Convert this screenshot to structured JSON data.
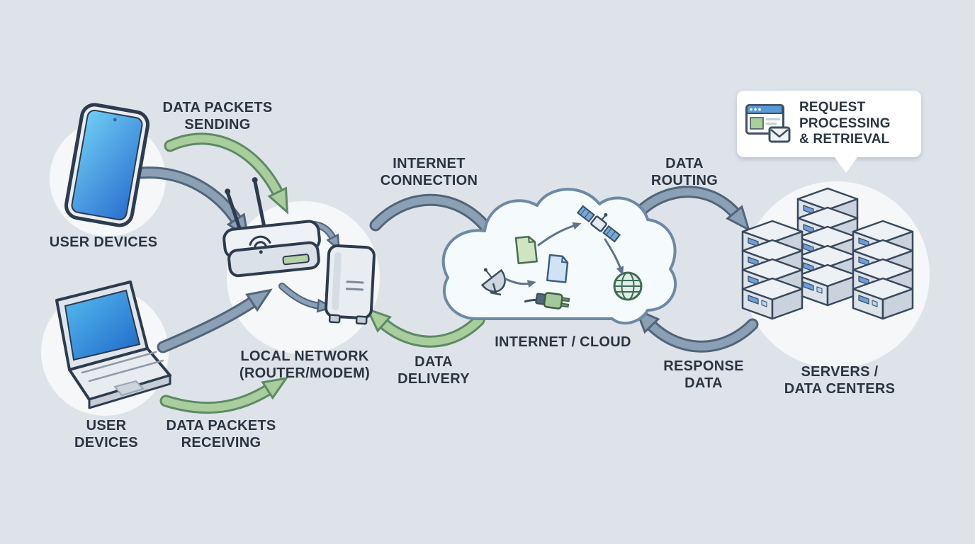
{
  "title": "Network data flow diagram",
  "colors": {
    "background": "#dee3ea",
    "text": "#2a3541",
    "arrow_blue": "#8ba0b4",
    "arrow_blue_outline": "#50657a",
    "arrow_green": "#a9cd9c",
    "arrow_green_outline": "#5d8a63",
    "phone_screen_top": "#64c8f2",
    "phone_screen_bottom": "#2a6fd0",
    "cloud_fill": "#f5fafd",
    "cloud_outline": "#6c89a5",
    "card_background": "#ffffff"
  },
  "labels": {
    "data_packets_sending": "DATA PACKETS\nSENDING",
    "user_devices_phone": "USER DEVICES",
    "internet_connection": "INTERNET\nCONNECTION",
    "data_routing": "DATA\nROUTING",
    "request_processing": "REQUEST\nPROCESSING\n& RETRIEVAL",
    "local_network": "LOCAL NETWORK\n(ROUTER/MODEM)",
    "internet_cloud": "INTERNET / CLOUD",
    "data_delivery": "DATA\nDELIVERY",
    "response_data": "RESPONSE\nDATA",
    "servers_data_centers": "SERVERS /\nDATA CENTERS",
    "user_devices_laptop": "USER\nDEVICES",
    "data_packets_receiving": "DATA PACKETS\nRECEIVING"
  },
  "nodes": [
    {
      "id": "user-devices-phone",
      "icon": "smartphone-icon",
      "label_ref": "user_devices_phone"
    },
    {
      "id": "user-devices-laptop",
      "icon": "laptop-icon",
      "label_ref": "user_devices_laptop"
    },
    {
      "id": "local-network",
      "icon": "wifi-router-icon",
      "label_ref": "local_network"
    },
    {
      "id": "local-network-modem",
      "icon": "modem-icon",
      "label_ref": "local_network"
    },
    {
      "id": "internet-cloud",
      "icon": "cloud-icon",
      "label_ref": "internet_cloud"
    },
    {
      "id": "servers",
      "icon": "server-rack-icon",
      "label_ref": "servers_data_centers"
    },
    {
      "id": "request-card",
      "icon": "browser-envelope-icon",
      "label_ref": "request_processing"
    }
  ],
  "flows": [
    {
      "from": "user-devices-phone",
      "to": "local-network",
      "label_ref": "data_packets_sending",
      "color": "green"
    },
    {
      "from": "user-devices-phone",
      "to": "local-network",
      "label_ref": null,
      "color": "blue"
    },
    {
      "from": "user-devices-laptop",
      "to": "local-network",
      "label_ref": null,
      "color": "blue"
    },
    {
      "from": "local-network",
      "to": "user-devices-laptop",
      "label_ref": "data_packets_receiving",
      "color": "green"
    },
    {
      "from": "router",
      "to": "modem",
      "label_ref": null,
      "color": "blue"
    },
    {
      "from": "local-network",
      "to": "internet-cloud",
      "label_ref": "internet_connection",
      "color": "blue"
    },
    {
      "from": "internet-cloud",
      "to": "local-network",
      "label_ref": "data_delivery",
      "color": "green"
    },
    {
      "from": "internet-cloud",
      "to": "servers",
      "label_ref": "data_routing",
      "color": "blue"
    },
    {
      "from": "servers",
      "to": "internet-cloud",
      "label_ref": "response_data",
      "color": "blue"
    }
  ]
}
